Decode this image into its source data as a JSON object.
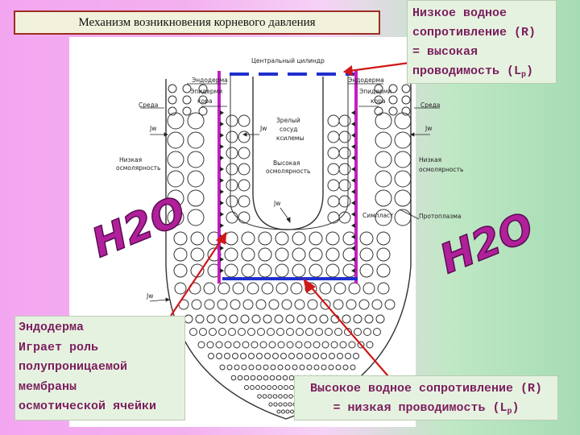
{
  "title": "Механизм возникновения корневого давления",
  "callouts": {
    "low_resistance": {
      "line1": "Низкое водное",
      "line2": "сопротивление (R)",
      "line3": "= высокая",
      "line4": "проводимость (L",
      "sub": "p",
      "close": ")"
    },
    "endodermis": {
      "line1": "Эндодерма",
      "line2": "Играет роль",
      "line3": "полупроницаемой",
      "line4": "мембраны",
      "line5": "осмотической ячейки"
    },
    "high_resistance": {
      "line1": "Высокое водное сопротивление (R)",
      "line2": "= низкая проводимость (L",
      "sub": "p",
      "close": ")"
    }
  },
  "water_labels": {
    "left": "H2O",
    "right": "H2O"
  },
  "diagram_labels": {
    "central_cylinder": "Центральный цилиндр",
    "endodermis_l": "Эндодерма",
    "endodermis_r": "Эндодерма",
    "exodermis_l": "Эпидерми",
    "exodermis_r": "Эпидерми",
    "cortex_l": "кора",
    "cortex_r": "кора",
    "medium_l": "Среда",
    "medium_r": "Среда",
    "jw_l": "Jw",
    "jw_c": "Jw",
    "jw_r": "Jw",
    "jw_bottom": "Jw",
    "jw_inner": "Jw",
    "low_osm_l1": "Низкая",
    "low_osm_l2": "осмолярность",
    "low_osm_r1": "Низкая",
    "low_osm_r2": "осмолярность",
    "xylem1": "Зрелый",
    "xylem2": "сосуд",
    "xylem3": "ксилемы",
    "high_osm1": "Высокая",
    "high_osm2": "осмолярность",
    "symplast": "Симпласт",
    "protoplasm": "Протоплазма"
  },
  "colors": {
    "magenta": "#c21fc0",
    "blue": "#1f2fcf",
    "red_arrow": "#d01818",
    "water_fill": "#b0209a"
  }
}
